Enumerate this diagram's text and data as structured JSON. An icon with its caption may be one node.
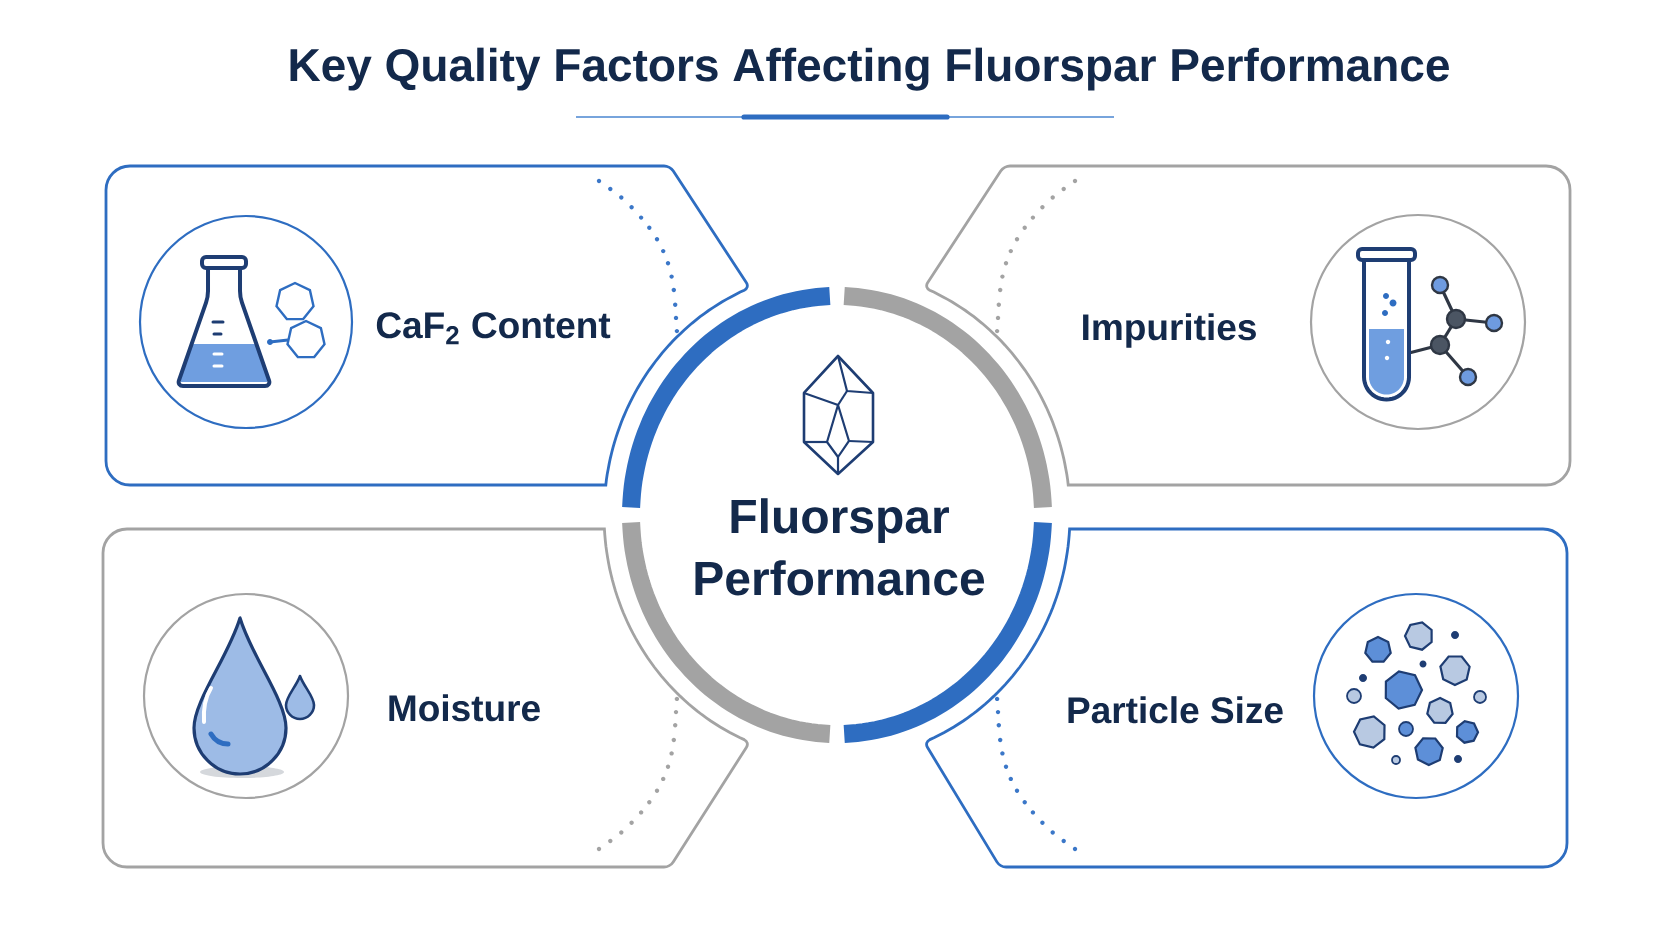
{
  "diagram": {
    "title": "Key Quality Factors Affecting Fluorspar Performance",
    "nodes": [
      {
        "text": [
          "CaF$_{2}$ Content"
        ]
      },
      {
        "text": [
          "Impurities"
        ]
      },
      {
        "text": [
          "Fluorspar Performance"
        ]
      },
      {
        "text": [
          "Moisture"
        ]
      },
      {
        "text": [
          "Particle Size"
        ]
      }
    ]
  }
}
